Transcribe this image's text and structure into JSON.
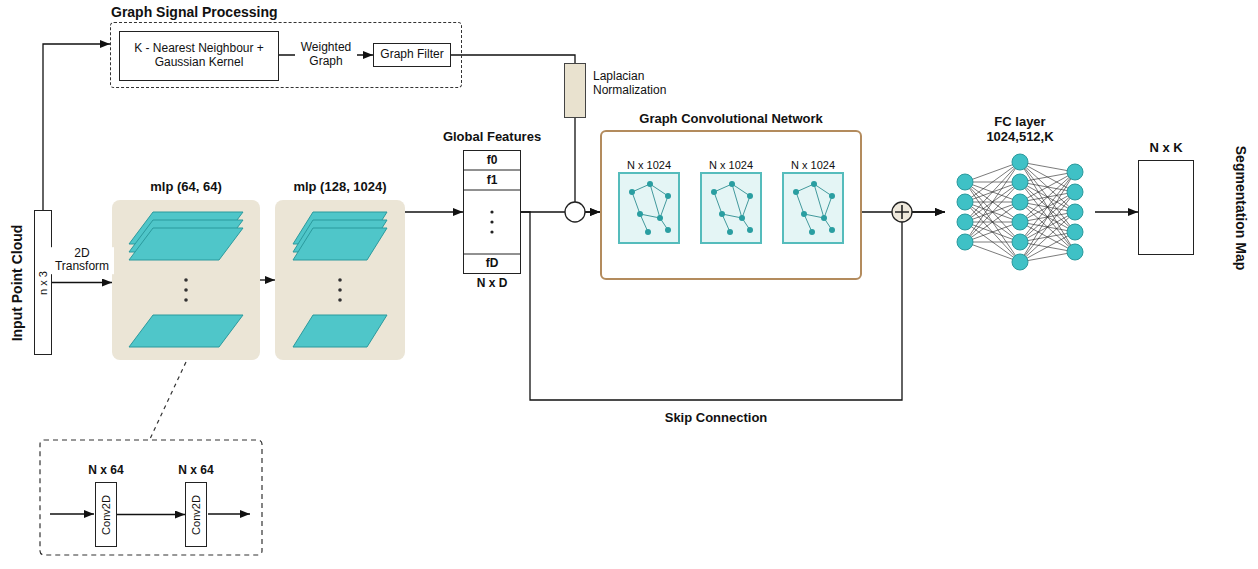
{
  "diagram": {
    "nodes": [
      {
        "text": [
          "Graph Signal Processing"
        ]
      },
      {
        "text": [
          "K - Nearest Neighbour + Gaussian Kernel"
        ],
        "in": 0
      },
      {
        "text": [
          "Graph Filter"
        ],
        "in": 0
      },
      {
        "text": [
          "Laplacian Normalization"
        ]
      },
      {
        "text": [
          "Input Point Cloud",
          "n x 3"
        ]
      },
      {
        "text": [
          "mlp (64, 64)"
        ]
      },
      {
        "text": [
          "mlp (128, 1024)"
        ]
      },
      {
        "text": [
          "Global Features",
          "f0",
          "f1",
          "fD",
          "N x D"
        ]
      },
      {
        "text": [
          "Graph Convolutional Network"
        ]
      },
      {
        "text": [
          "N x 1024"
        ],
        "in": 8
      },
      {
        "text": [
          "N x 1024"
        ],
        "in": 8
      },
      {
        "text": [
          "N x 1024"
        ],
        "in": 8
      },
      {
        "text": [
          "FC layer 1024,512,K"
        ]
      },
      {
        "text": [
          "N x K",
          "Segmentation Map"
        ]
      },
      {
        "text": [
          "N x 64",
          "Conv2D"
        ]
      },
      {
        "text": [
          "N x 64",
          "Conv2D"
        ]
      }
    ],
    "edges": [
      {
        "from": 4,
        "to": 0,
        "arrow": "to"
      },
      {
        "from": 1,
        "to": 2,
        "label": "Weighted Graph",
        "arrow": "to"
      },
      {
        "from": 2,
        "to": 3,
        "arrow": "none"
      },
      {
        "from": 3,
        "to": 8,
        "arrow": "to"
      },
      {
        "from": 4,
        "to": 5,
        "label": "2D Transform",
        "arrow": "to"
      },
      {
        "from": 5,
        "to": 6,
        "arrow": "to"
      },
      {
        "from": 6,
        "to": 7,
        "arrow": "to"
      },
      {
        "from": 7,
        "to": 8,
        "arrow": "to"
      },
      {
        "from": 9,
        "to": 10,
        "arrow": "to"
      },
      {
        "from": 10,
        "to": 11,
        "arrow": "to"
      },
      {
        "from": 8,
        "to": 12,
        "arrow": "to"
      },
      {
        "from": 7,
        "to": 12,
        "label": "Skip Connection",
        "arrow": "to"
      },
      {
        "from": 12,
        "to": 13,
        "arrow": "to"
      },
      {
        "from": 14,
        "to": 15,
        "arrow": "to"
      }
    ]
  }
}
